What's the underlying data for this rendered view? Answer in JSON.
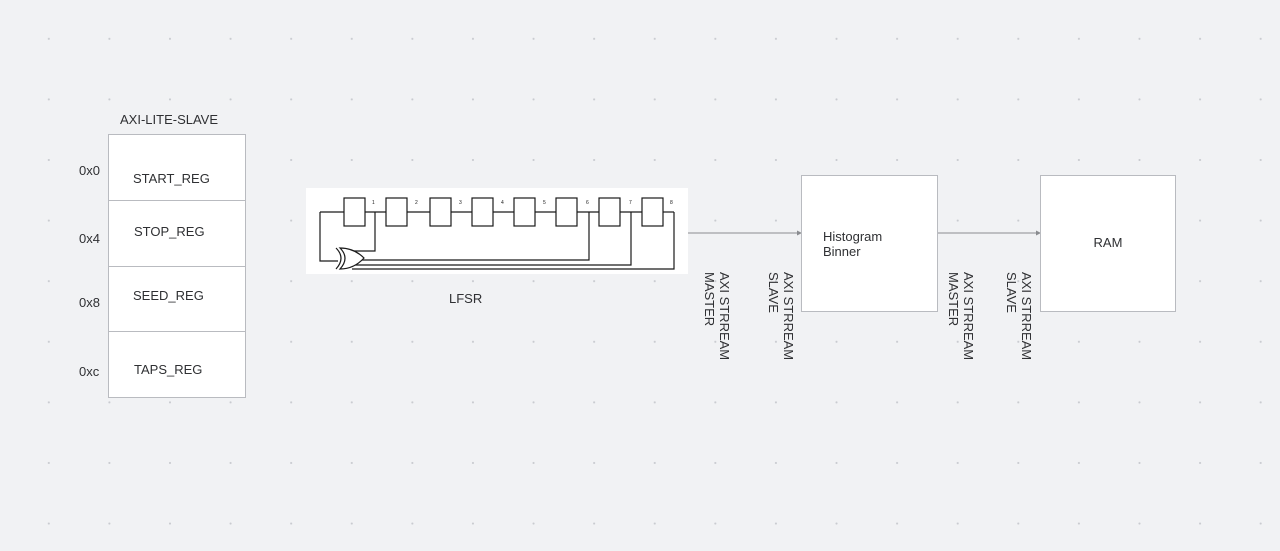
{
  "axi_lite": {
    "title": "AXI-LITE-SLAVE",
    "registers": [
      {
        "address": "0x0",
        "name": "START_REG"
      },
      {
        "address": "0x4",
        "name": "STOP_REG"
      },
      {
        "address": "0x8",
        "name": "SEED_REG"
      },
      {
        "address": "0xc",
        "name": "TAPS_REG"
      }
    ]
  },
  "lfsr": {
    "label": "LFSR",
    "stage_numbers": [
      "1",
      "2",
      "3",
      "4",
      "5",
      "6",
      "7",
      "8"
    ]
  },
  "streams": [
    {
      "line1": "AXI STRREAM",
      "line2": "MASTER"
    },
    {
      "line1": "AXI STRREAM",
      "line2": "SLAVE"
    },
    {
      "line1": "AXI STRREAM",
      "line2": "MASTER"
    },
    {
      "line1": "AXI STRREAM",
      "line2": "SLAVE"
    }
  ],
  "histogram": {
    "line1": "Histogram",
    "line2": "Binner"
  },
  "ram": {
    "label": "RAM"
  },
  "colors": {
    "background": "#f1f2f4",
    "box_border": "#b9bbc0",
    "connector": "#8a8c90",
    "text": "#2f3033"
  }
}
